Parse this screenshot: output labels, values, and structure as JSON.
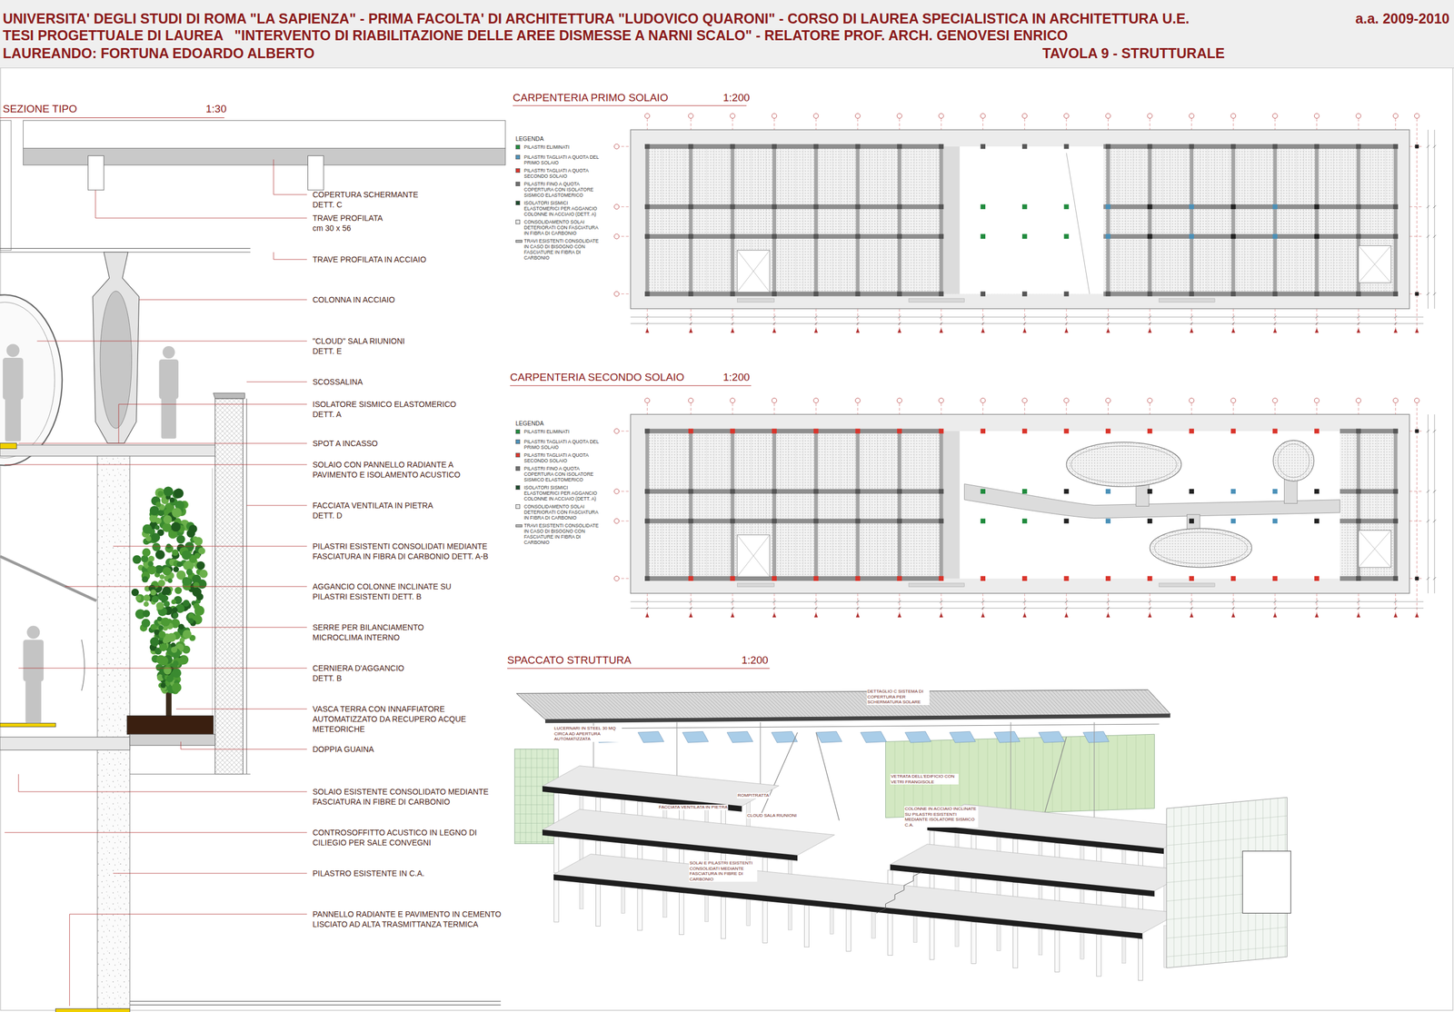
{
  "diagram": {
    "nodes": [
      {
        "text": [
          "UNIVERSITA' DEGLI STUDI DI ROMA \"LA SAPIENZA\" - PRIMA FACOLTA' DI ARCHITETTURA \"LUDOVICO QUARONI\" - CORSO DI LAUREA SPECIALISTICA IN ARCHITETTURA U.E.",
          "a.a. 2009-2010",
          "TESI PROGETTUALE DI LAUREA   \"INTERVENTO DI RIABILITAZIONE DELLE AREE DISMESSE A NARNI SCALO\" - RELATORE PROF. ARCH. GENOVESI ENRICO",
          "LAUREANDO: FORTUNA EDOARDO ALBERTO",
          "TAVOLA 9 - STRUTTURALE"
        ]
      }
    ],
    "labels": [
      "SEZIONE TIPO",
      "1:30",
      "CARPENTERIA PRIMO SOLAIO",
      "1:200",
      "CARPENTERIA SECONDO SOLAIO",
      "1:200",
      "SPACCATO STRUTTURA",
      "1:200",
      "LEGENDA",
      "LEGENDA",
      "COPERTURA SCHERMANTE DETT. C",
      "TRAVE PROFILATA cm 30 x 56",
      "TRAVE PROFILATA IN ACCIAIO",
      "COLONNA IN ACCIAIO",
      "\"CLOUD\" SALA RIUNIONI DETT. E",
      "SCOSSALINA",
      "ISOLATORE SISMICO ELASTOMERICO DETT. A",
      "SPOT A INCASSO",
      "SOLAIO CON PANNELLO RADIANTE A PAVIMENTO E ISOLAMENTO ACUSTICO",
      "FACCIATA VENTILATA IN PIETRA DETT. D",
      "PILASTRI ESISTENTI CONSOLIDATI MEDIANTE FASCIATURA IN FIBRA DI CARBONIO DETT. A-B",
      "AGGANCIO COLONNE INCLINATE SU PILASTRI ESISTENTI DETT. B",
      "SERRE PER BILANCIAMENTO MICROCLIMA INTERNO",
      "CERNIERA D'AGGANCIO DETT. B",
      "VASCA TERRA CON INNAFFIATORE AUTOMATIZZATO DA RECUPERO ACQUE METEORICHE",
      "DOPPIA GUAINA",
      "SOLAIO ESISTENTE CONSOLIDATO MEDIANTE FASCIATURA IN FIBRE DI CARBONIO",
      "CONTROSOFFITTO ACUSTICO IN LEGNO DI CILIEGIO PER SALE CONVEGNI",
      "PILASTRO ESISTENTE IN C.A.",
      "PANNELLO RADIANTE E PAVIMENTO IN CEMENTO LISCIATO AD ALTA TRASMITTANZA TERMICA",
      "DETTAGLIO C SISTEMA DI COPERTURA PER SCHERMATURA SOLARE",
      "LUCERNARI IN STEEL 30 MQ CIRCA AD APERTURA AUTOMATIZZATA",
      "ROMPITRATTA",
      "FACCIATA VENTILATA IN PIETRA",
      "CLOUD SALA RIUNIONI",
      "VETRATA DELL'EDIFICIO CON VETRI FRANGISOLE",
      "COLONNE IN ACCIAIO INCLINATE SU PILASTRI ESISTENTI MEDIANTE ISOLATORE SISMICO C.A.",
      "SOLAI E PILASTRI ESISTENTI CONSOLIDATI MEDIANTE FASCIATURA IN FIBRE DI CARBONIO"
    ],
    "legend": [
      {
        "text": "PILASTRI ELIMINATI",
        "color": "#1f8a3c"
      },
      {
        "text": "PILASTRI TAGLIATI A QUOTA DEL PRIMO SOLAIO",
        "color": "#4a90b8"
      },
      {
        "text": "PILASTRI TAGLIATI A QUOTA SECONDO SOLAIO",
        "color": "#d9342b"
      },
      {
        "text": "PILASTRI FINO A QUOTA COPERTURA CON ISOLATORE SISMICO ELASTOMERICO",
        "color": "#6e6e6e"
      },
      {
        "text": "ISOLATORI SISMICI ELASTOMERICI PER AGGANCIO COLONNE IN ACCIAIO (DETT. A)",
        "color": "#1c4a2c"
      },
      {
        "text": "CONSOLIDAMENTO SOLAI DETERIORATI CON FASCIATURA IN FIBRA DI CARBONIO",
        "color": "#e9e9e9"
      },
      {
        "text": "TRAVI ESISTENTI CONSOLIDATE IN CASO DI BISOGNO CON FASCIATURE IN FIBRA DI CARBONIO",
        "color": "#b5b5b5"
      },
      {
        "text": "PILASTRI ELIMINATI",
        "color": "#1f8a3c"
      },
      {
        "text": "PILASTRI TAGLIATI A QUOTA DEL PRIMO SOLAIO",
        "color": "#4a90b8"
      },
      {
        "text": "PILASTRI TAGLIATI A QUOTA SECONDO SOLAIO",
        "color": "#d9342b"
      },
      {
        "text": "PILASTRI FINO A QUOTA COPERTURA CON ISOLATORE SISMICO ELASTOMERICO",
        "color": "#6e6e6e"
      },
      {
        "text": "ISOLATORI SISMICI ELASTOMERICI PER AGGANCIO COLONNE IN ACCIAIO (DETT. A)",
        "color": "#1c4a2c"
      },
      {
        "text": "CONSOLIDAMENTO SOLAI DETERIORATI CON FASCIATURA IN FIBRA DI CARBONIO",
        "color": "#e9e9e9"
      },
      {
        "text": "TRAVI ESISTENTI CONSOLIDATE IN CASO DI BISOGNO CON FASCIATURE IN FIBRA DI CARBONIO",
        "color": "#b5b5b5"
      }
    ]
  }
}
